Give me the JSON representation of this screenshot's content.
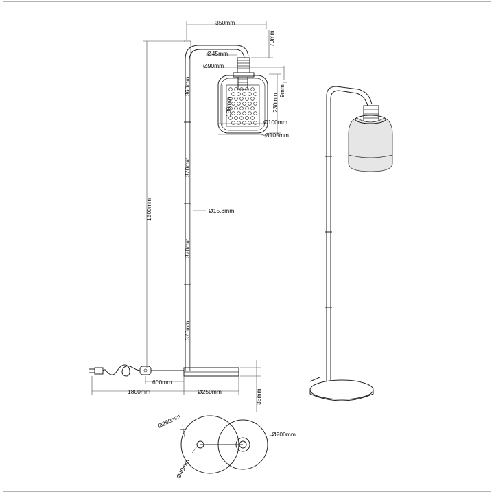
{
  "drawing": {
    "dimensions": {
      "shade_arm_width": "350mm",
      "socket_height": "70mm",
      "socket_diameter": "Ø45mm",
      "cap_diameter": "Ø90mm",
      "top_segment": "360mm",
      "inner_pattern_height": "180mm",
      "shade_height": "230mm",
      "cap_thickness": "9mm",
      "shade_inner_diameter": "Ø100mm",
      "shade_outer_diameter": "Ø105mm",
      "pole_segment_1": "370mm",
      "pole_diameter": "Ø15.3mm",
      "total_height": "1500mm",
      "pole_segment_2": "370mm",
      "pole_segment_3": "370mm",
      "switch_distance": "600mm",
      "cable_length": "1800mm",
      "base_diameter": "Ø250mm",
      "base_height": "35mm",
      "top_base_diameter": "Ø250mm",
      "top_inner_diameter": "Ø200mm",
      "top_hole_diameter": "Ø40mm"
    }
  }
}
